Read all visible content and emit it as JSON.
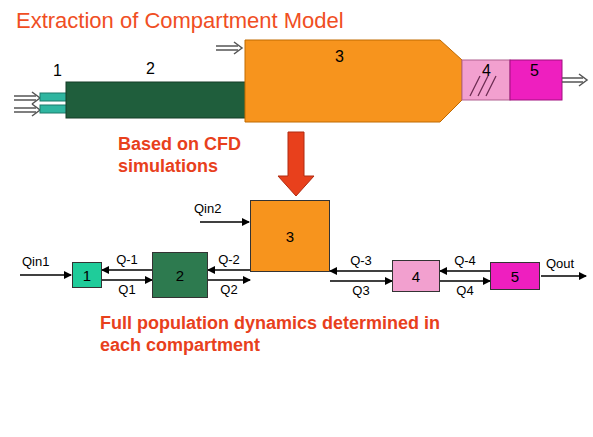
{
  "diagram": {
    "title": "Extraction of Compartment Model",
    "caption": "Full population dynamics determined in each compartment",
    "nodes": [
      {
        "text": [
          "1"
        ]
      },
      {
        "text": [
          "2"
        ]
      },
      {
        "text": [
          "3"
        ]
      },
      {
        "text": [
          "4"
        ]
      },
      {
        "text": [
          "5"
        ]
      }
    ],
    "edges": [
      {
        "from": 1,
        "to": 0,
        "label": "Q-1",
        "arrow": "to"
      },
      {
        "from": 0,
        "to": 1,
        "label": "Q1",
        "arrow": "to"
      },
      {
        "from": 2,
        "to": 1,
        "label": "Q-2",
        "arrow": "to"
      },
      {
        "from": 1,
        "to": 2,
        "label": "Q2",
        "arrow": "to"
      },
      {
        "from": 3,
        "to": 2,
        "label": "Q-3",
        "arrow": "to"
      },
      {
        "from": 2,
        "to": 3,
        "label": "Q3",
        "arrow": "to"
      },
      {
        "from": 4,
        "to": 3,
        "label": "Q-4",
        "arrow": "to"
      },
      {
        "from": 3,
        "to": 4,
        "label": "Q4",
        "arrow": "to"
      }
    ],
    "labels": [
      "1",
      "2",
      "3",
      "4",
      "5",
      "Based on CFD simulations",
      "Qin1",
      "Qin2",
      "Qout"
    ]
  }
}
